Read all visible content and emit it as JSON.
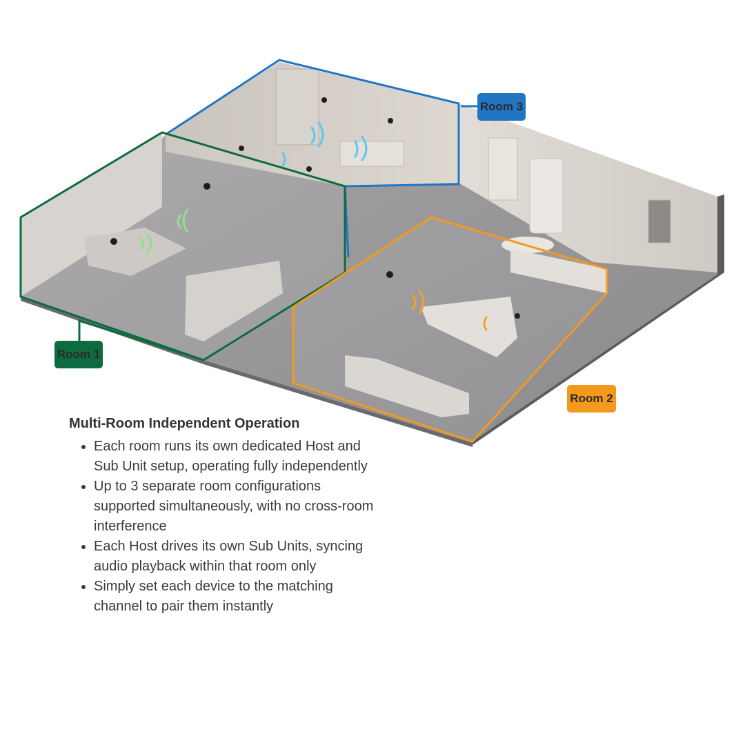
{
  "rooms": {
    "room1": {
      "label": "Room 1",
      "color": "#0e6b3f"
    },
    "room2": {
      "label": "Room 2",
      "color": "#f39a1e"
    },
    "room3": {
      "label": "Room 3",
      "color": "#2176c4"
    }
  },
  "colors": {
    "floor": "#8f8f92",
    "wall_light": "#d9d5d0",
    "wall_dark": "#6a6a6e",
    "wave_green": "#8fe08a",
    "wave_blue": "#5ec7f0",
    "wave_orange": "#f5a028"
  },
  "info": {
    "title": "Multi-Room Independent Operation",
    "bullets": [
      "Each room runs its own dedicated Host and Sub Unit setup, operating fully independently",
      "Up to 3 separate room configurations supported simultaneously, with no cross-room interference",
      "Each Host drives its own Sub Units, syncing audio playback within that room only",
      "Simply set each device to the matching channel to pair them instantly"
    ]
  }
}
